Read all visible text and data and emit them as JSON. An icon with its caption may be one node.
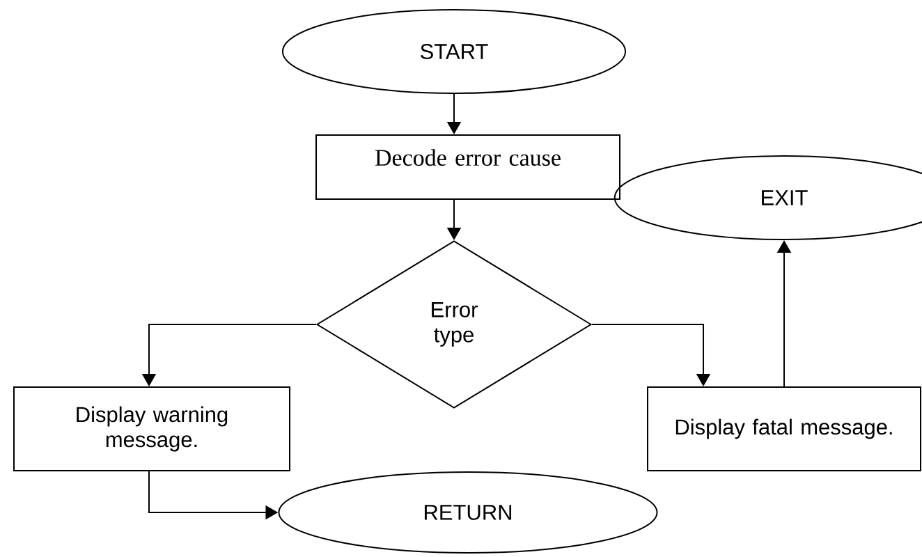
{
  "diagram": {
    "nodes": [
      {
        "text": [
          "START"
        ]
      },
      {
        "text": [
          "Decode error cause"
        ]
      },
      {
        "text": [
          "Error type"
        ]
      },
      {
        "text": [
          "Display warning message."
        ]
      },
      {
        "text": [
          "RETURN"
        ]
      },
      {
        "text": [
          "Display fatal message."
        ]
      },
      {
        "text": [
          "EXIT"
        ]
      }
    ],
    "edges": [
      {
        "from": 0,
        "to": 1,
        "arrow": "to"
      },
      {
        "from": 1,
        "to": 2,
        "arrow": "to"
      },
      {
        "from": 2,
        "to": 3,
        "arrow": "to"
      },
      {
        "from": 2,
        "to": 5,
        "arrow": "to"
      },
      {
        "from": 3,
        "to": 4,
        "arrow": "to"
      },
      {
        "from": 5,
        "to": 6,
        "arrow": "to"
      }
    ]
  }
}
